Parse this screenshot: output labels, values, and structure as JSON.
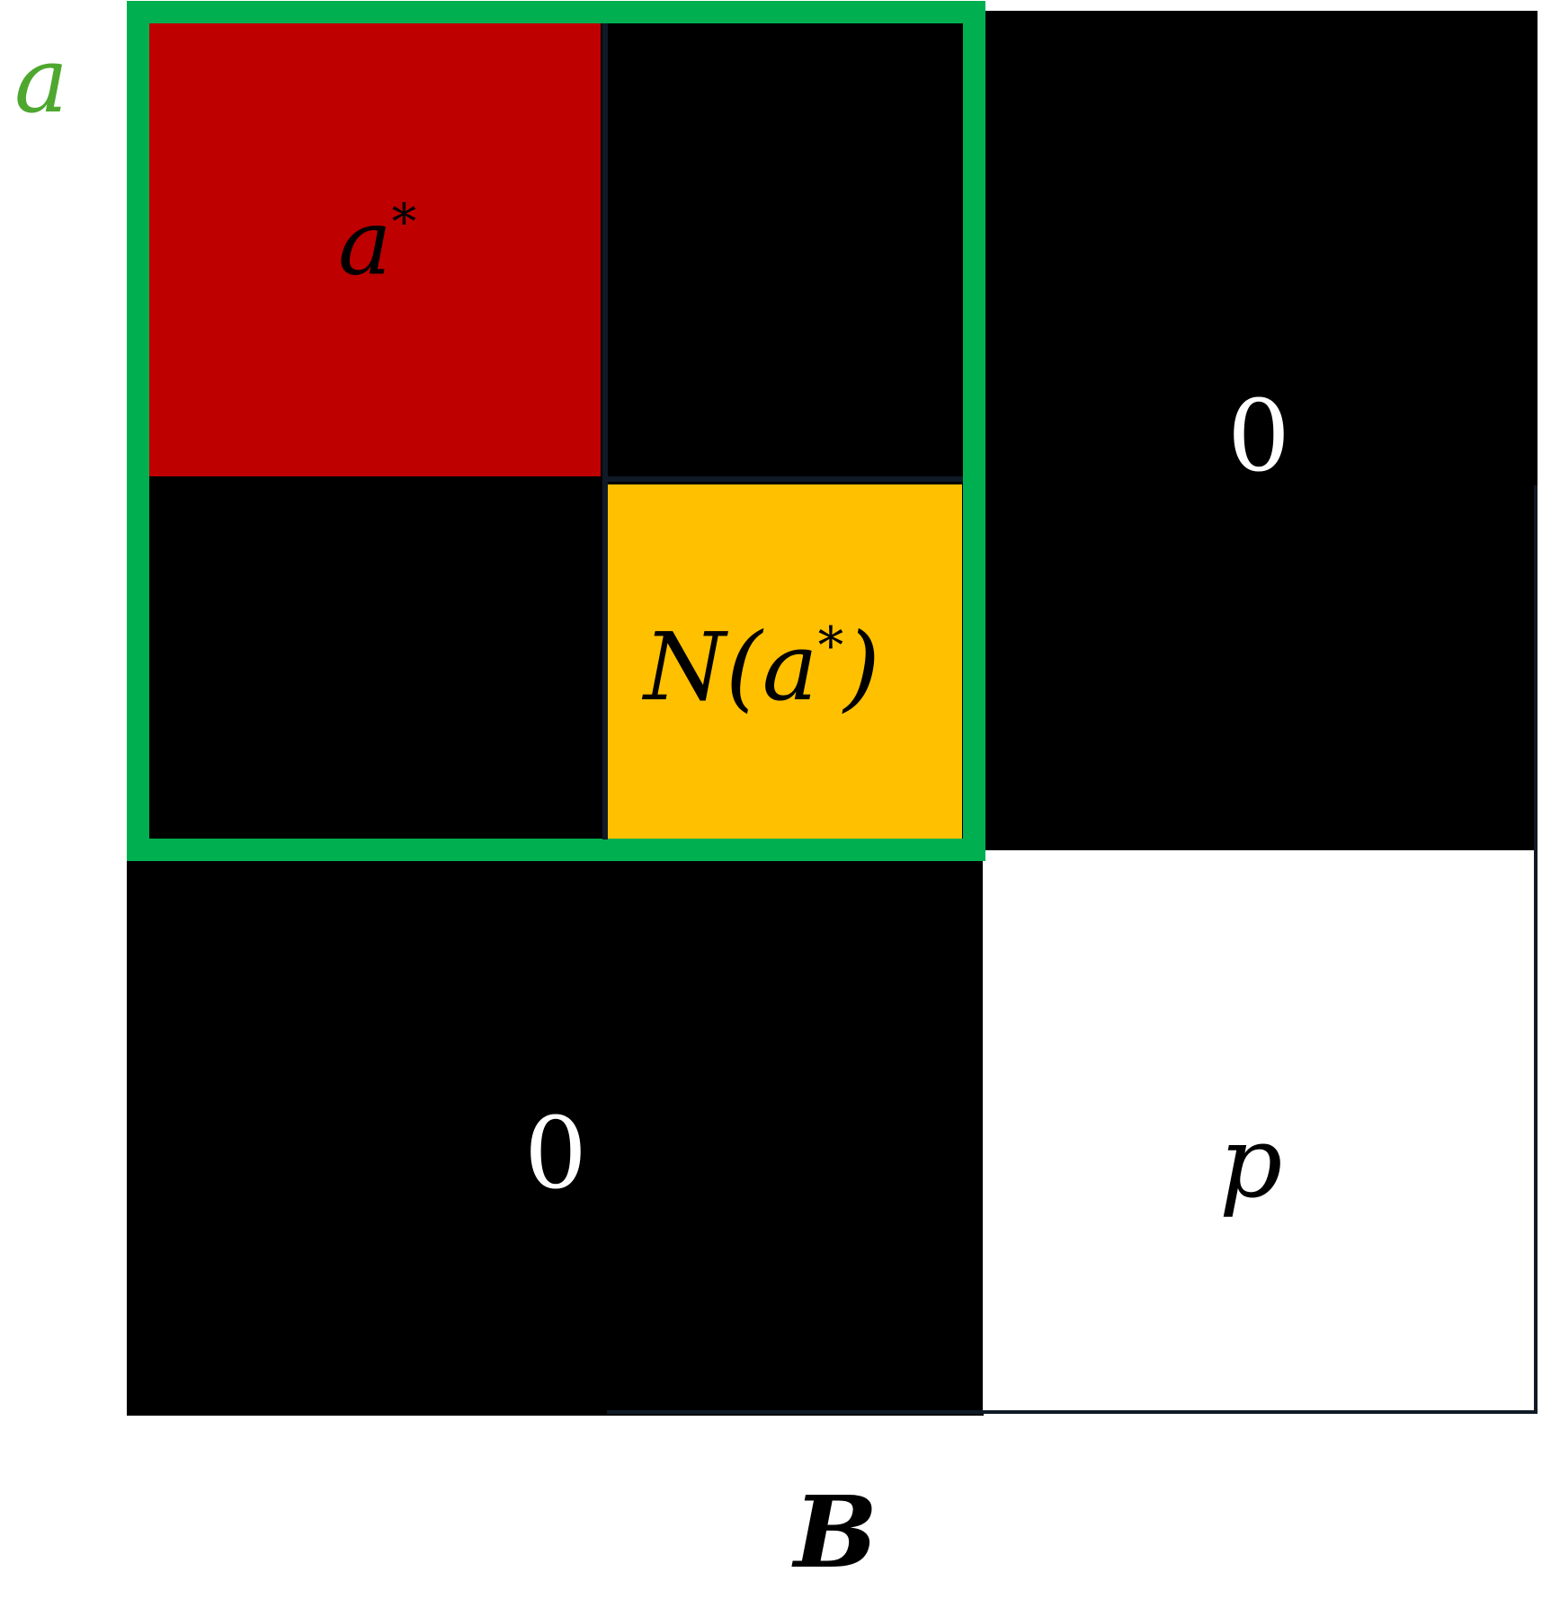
{
  "labels": {
    "outer_set": "a",
    "red_block": "a",
    "red_block_sup": "*",
    "yellow_block_prefix": "N(",
    "yellow_block_var": "a",
    "yellow_block_sup": "*",
    "yellow_block_suffix": ")",
    "top_right_block": "0",
    "bottom_left_block": "0",
    "bottom_right_block": "p",
    "bottom_axis": "B"
  },
  "colors": {
    "red": "#bf0000",
    "yellow": "#ffc000",
    "green": "#00b050",
    "green_label": "#4ea72e",
    "black": "#000000",
    "white": "#ffffff"
  }
}
